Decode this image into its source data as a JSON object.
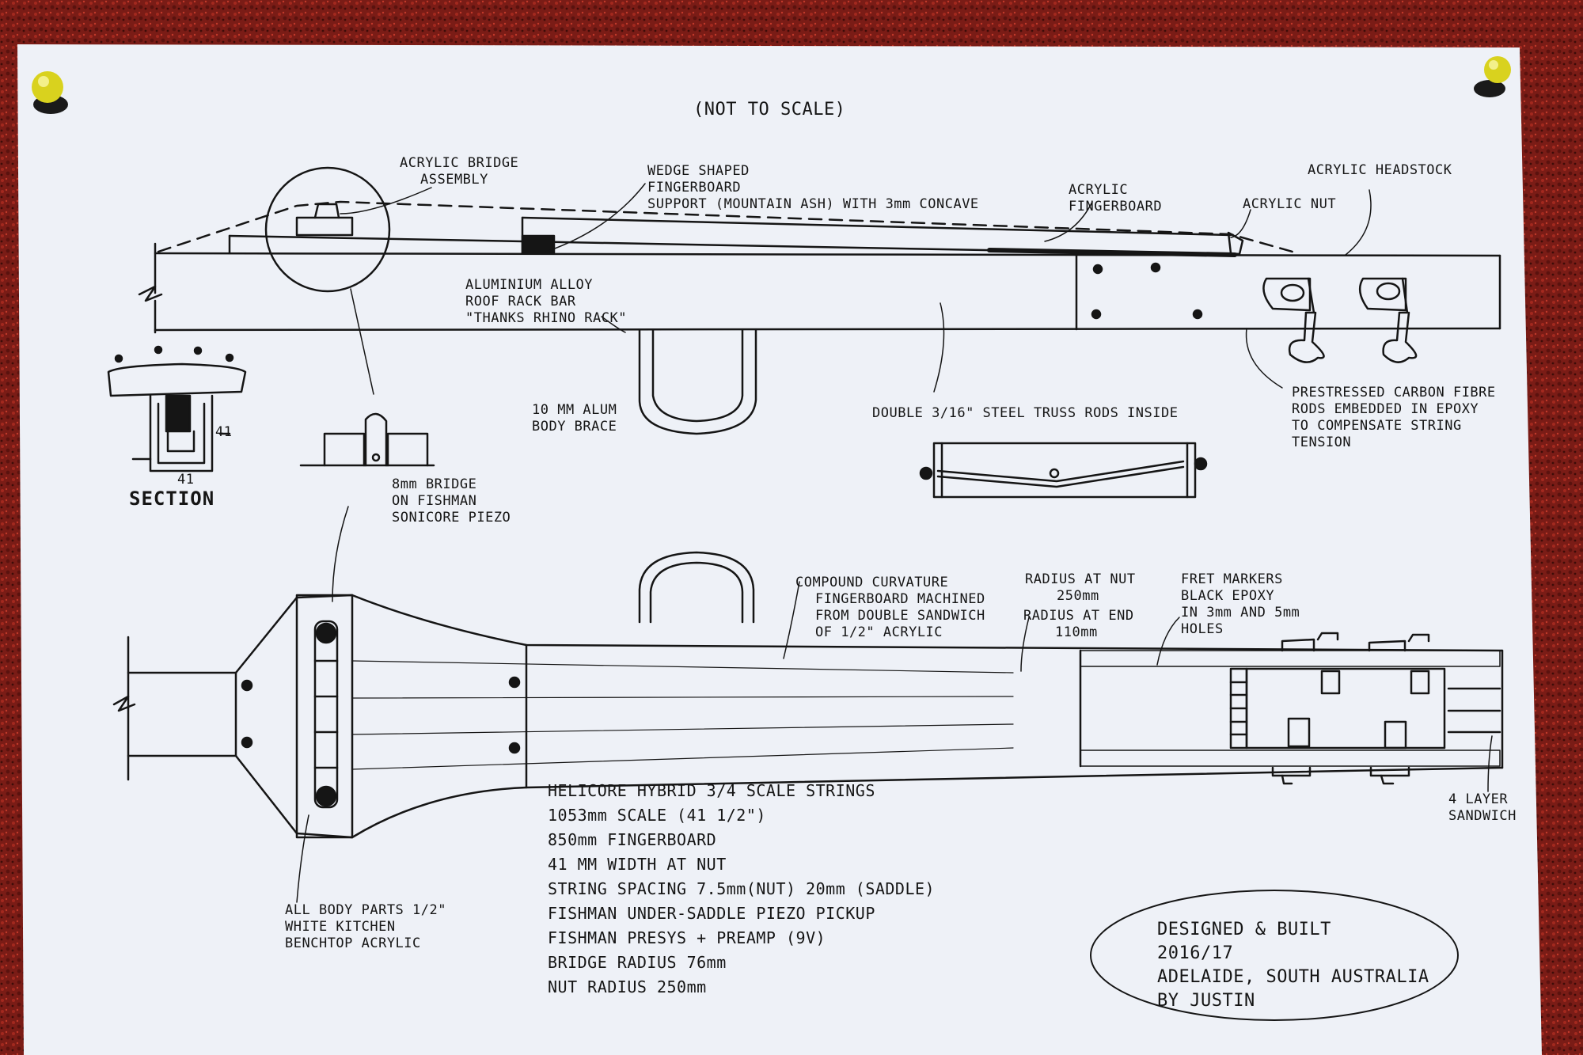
{
  "drawing": {
    "title": "(NOT TO SCALE)",
    "side_view": {
      "acrylic_bridge_assembly": [
        "ACRYLIC BRIDGE",
        "ASSEMBLY"
      ],
      "wedge_support": [
        "WEDGE SHAPED",
        "FINGERBOARD",
        "SUPPORT (MOUNTAIN ASH)  WITH 3mm CONCAVE"
      ],
      "acrylic_fingerboard": [
        "ACRYLIC",
        "FINGERBOARD"
      ],
      "acrylic_nut": "ACRYLIC NUT",
      "acrylic_headstock": "ACRYLIC HEADSTOCK",
      "roof_rack_bar": [
        "ALUMINIUM ALLOY",
        "ROOF RACK BAR",
        "\"THANKS RHINO RACK\""
      ],
      "body_brace": [
        "10 MM ALUM",
        "BODY BRACE"
      ],
      "truss_rods": "DOUBLE 3/16\" STEEL TRUSS RODS INSIDE",
      "carbon_rods": [
        "PRESTRESSED CARBON FIBRE",
        "RODS EMBEDDED IN EPOXY",
        "TO COMPENSATE STRING",
        "TENSION"
      ],
      "section_label": "SECTION",
      "section_dim_side": "41",
      "section_dim_bottom": "41",
      "bridge_piezo": [
        "8mm BRIDGE",
        "ON FISHMAN",
        "SONICORE PIEZO"
      ]
    },
    "top_view": {
      "compound_curvature": [
        "COMPOUND CURVATURE",
        "FINGERBOARD MACHINED",
        "FROM DOUBLE SANDWICH",
        "OF 1/2\" ACRYLIC"
      ],
      "radius_nut": [
        "RADIUS AT NUT",
        "250mm"
      ],
      "radius_end": [
        "RADIUS AT END",
        "110mm"
      ],
      "fret_markers": [
        "FRET MARKERS",
        "BLACK EPOXY",
        "IN 3mm AND 5mm",
        "HOLES"
      ],
      "layer_sandwich": [
        "4 LAYER",
        "SANDWICH"
      ],
      "body_parts": [
        "ALL BODY PARTS 1/2\"",
        "WHITE KITCHEN",
        "BENCHTOP ACRYLIC"
      ]
    },
    "specs": [
      "HELICORE HYBRID 3/4 SCALE STRINGS",
      "1053mm SCALE (41 1/2\")",
      "850mm FINGERBOARD",
      "41 MM WIDTH AT NUT",
      "STRING SPACING 7.5mm(NUT) 20mm (SADDLE)",
      "FISHMAN UNDER-SADDLE PIEZO PICKUP",
      "FISHMAN PRESYS + PREAMP (9V)",
      "BRIDGE RADIUS 76mm",
      "NUT RADIUS 250mm"
    ],
    "signature": [
      "DESIGNED & BUILT",
      "2016/17",
      "ADELAIDE, SOUTH AUSTRALIA",
      "BY JUSTIN"
    ]
  },
  "colors": {
    "paper": "#eef1f7",
    "ink": "#151515",
    "background": "#7a1c16",
    "pin": "#d9d21e"
  }
}
